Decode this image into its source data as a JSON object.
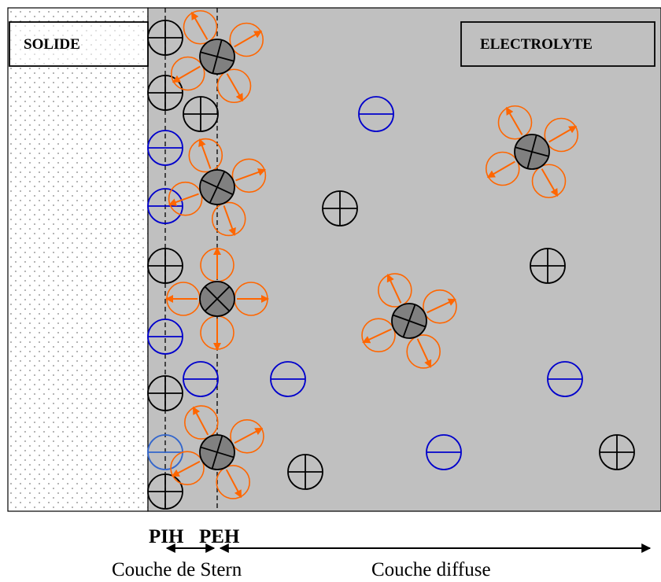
{
  "labels": {
    "solid": "SOLIDE",
    "electrolyte": "ELECTROLYTE",
    "pih": "PIH",
    "peh": "PEH",
    "stern_layer": "Couche de Stern",
    "diffuse_layer": "Couche diffuse"
  },
  "legend_colors": {
    "electrolyte_bg": "#c0c0c0",
    "cation": "#000000",
    "anion": "#0000cc",
    "anion_light": "#3366cc",
    "water": "#ff6600",
    "solid_dots": "#808080"
  },
  "ions": {
    "cation_symbol": "plus-in-circle",
    "anion_symbol": "minus-in-circle",
    "solvated_cation_symbol": "cross-in-circle",
    "water_dipole_symbol": "arrow-in-circle"
  }
}
